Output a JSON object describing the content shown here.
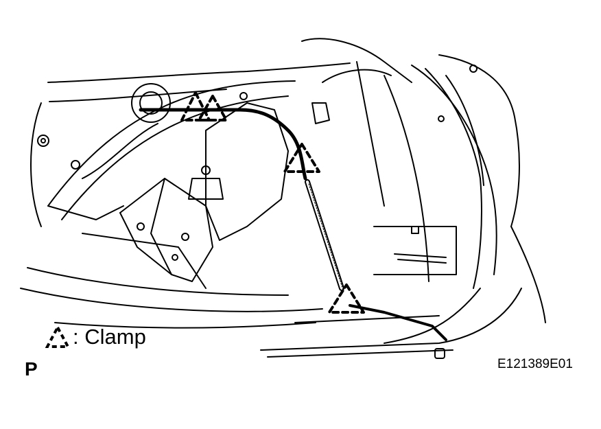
{
  "legend": {
    "symbol_icon": "clamp-triangle-icon",
    "label": ": Clamp"
  },
  "view_letter": "P",
  "figure_code": "E121389E01",
  "clamp_count": 4,
  "colors": {
    "line": "#000000",
    "background": "#ffffff"
  }
}
